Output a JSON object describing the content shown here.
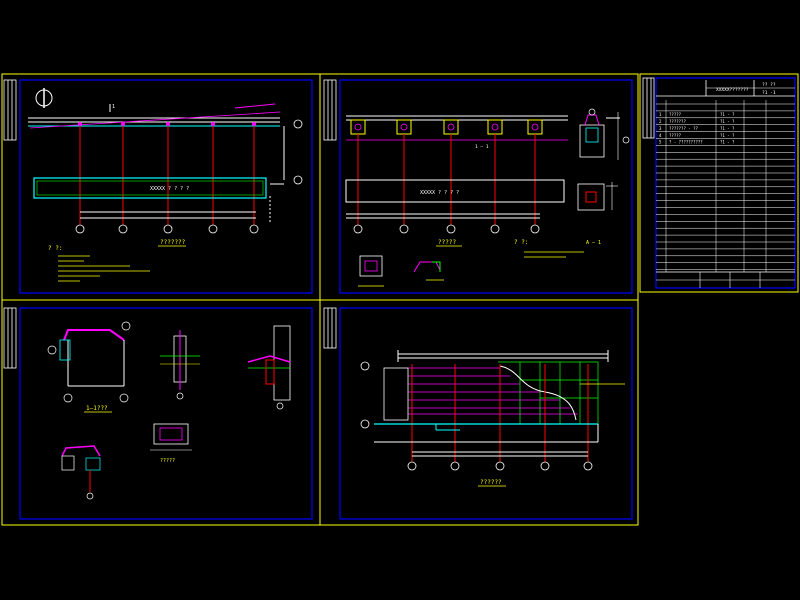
{
  "colors": {
    "background": "#000000",
    "sheet_border": "#ffff00",
    "frame": "#0000ff",
    "white": "#ffffff",
    "red": "#ff0000",
    "magenta": "#ff00ff",
    "cyan": "#00ffff",
    "green": "#00ff00",
    "yellow": "#ffff00"
  },
  "panels": {
    "p1": {
      "title": "???????",
      "note_head": "? ?:",
      "section_mark": "1",
      "center_label": "XXXXX ? ? ? ?"
    },
    "p2": {
      "title": "?????",
      "section_label": "1 — 1",
      "note_head": "? ?:",
      "center_label": "XXXXX ? ? ? ?"
    },
    "p3": {
      "title": "1—1???",
      "sub_title": "?????"
    },
    "p4": {
      "title": "??????"
    }
  },
  "title_block": {
    "header": "XXXXX???????",
    "code_top": "?? ??",
    "code_bottom": "?1 -1",
    "rows": [
      {
        "no": "1",
        "name": "?????",
        "dwg": "?1 - ?"
      },
      {
        "no": "2",
        "name": "???????",
        "dwg": "?1 - ?"
      },
      {
        "no": "3",
        "name": "??????? - ??",
        "dwg": "?1 - ?"
      },
      {
        "no": "4",
        "name": "?????",
        "dwg": "?1 - ?"
      },
      {
        "no": "5",
        "name": "? - ??????????",
        "dwg": "?1 - ?"
      }
    ]
  }
}
